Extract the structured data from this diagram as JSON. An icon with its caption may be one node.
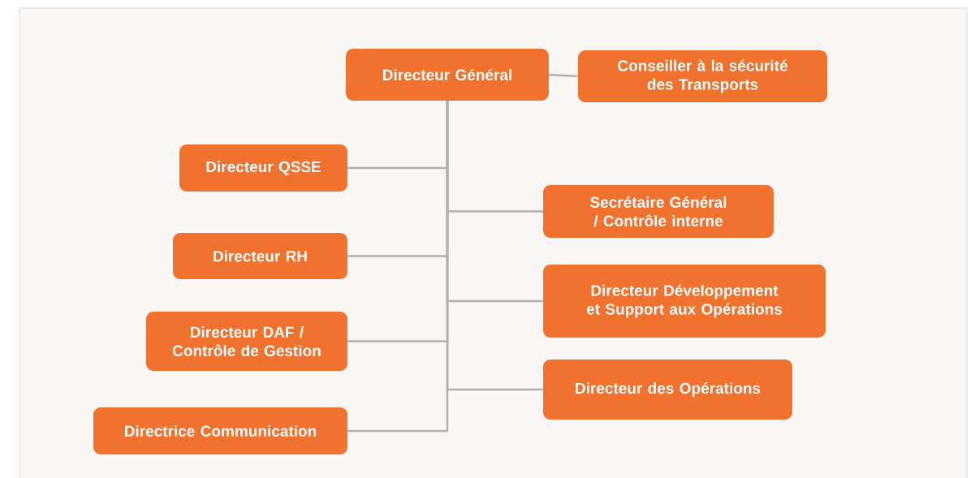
{
  "diagram": {
    "nodes": [
      {
        "text": [
          "Directeur Général"
        ]
      },
      {
        "text": [
          "Conseiller à la sécurité des Transports"
        ]
      },
      {
        "text": [
          "Directeur QSSE"
        ]
      },
      {
        "text": [
          "Secrétaire Général / Contrôle interne"
        ]
      },
      {
        "text": [
          "Directeur RH"
        ]
      },
      {
        "text": [
          "Directeur Développement et Support aux Opérations"
        ]
      },
      {
        "text": [
          "Directeur DAF / Contrôle de Gestion"
        ]
      },
      {
        "text": [
          "Directeur des Opérations"
        ]
      },
      {
        "text": [
          "Directrice Communication"
        ]
      }
    ],
    "edges": [
      {
        "from": 0,
        "to": 1,
        "arrow": "none"
      },
      {
        "from": 0,
        "to": 2,
        "arrow": "none"
      },
      {
        "from": 0,
        "to": 3,
        "arrow": "none"
      },
      {
        "from": 0,
        "to": 4,
        "arrow": "none"
      },
      {
        "from": 0,
        "to": 5,
        "arrow": "none"
      },
      {
        "from": 0,
        "to": 6,
        "arrow": "none"
      },
      {
        "from": 0,
        "to": 7,
        "arrow": "none"
      },
      {
        "from": 0,
        "to": 8,
        "arrow": "none"
      }
    ]
  }
}
